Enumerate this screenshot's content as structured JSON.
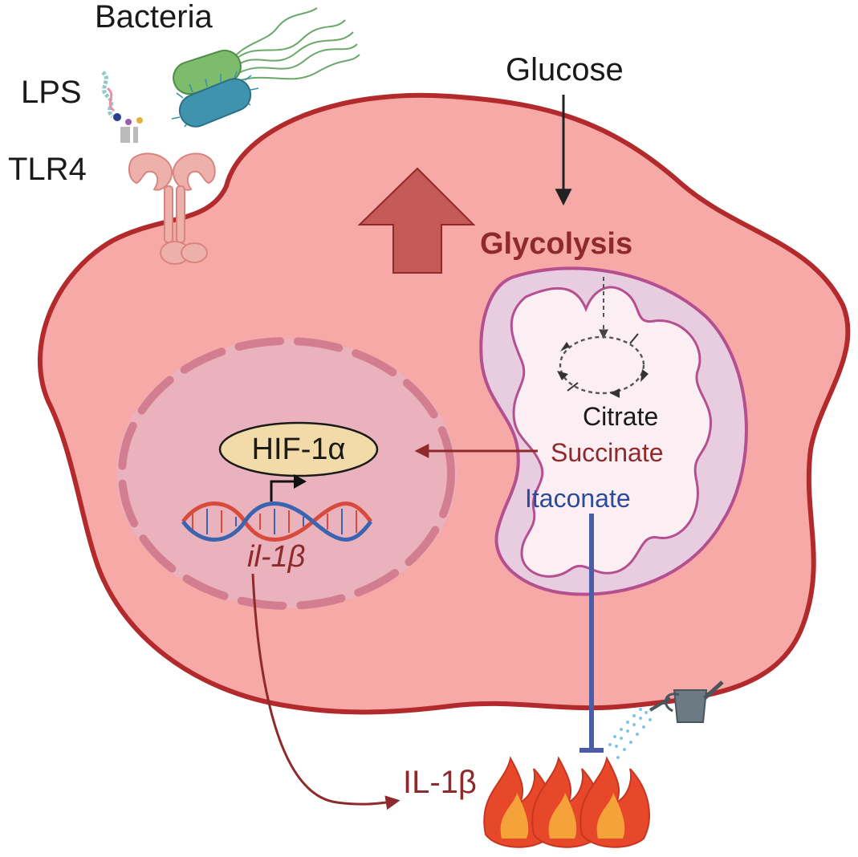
{
  "labels": {
    "bacteria": "Bacteria",
    "lps": "LPS",
    "tlr4": "TLR4",
    "glucose": "Glucose",
    "glycolysis": "Glycolysis",
    "hif": "HIF-1α",
    "citrate": "Citrate",
    "succinate": "Succinate",
    "itaconate": "Itaconate",
    "il1b_gene": "il-1β",
    "il1b_protein": "IL-1β"
  },
  "colors": {
    "cell_fill": "#f6a9a6",
    "cell_stroke": "#b32a2d",
    "glycolysis_text": "#8e2a2b",
    "up_arrow": "#c65a57",
    "nucleus_fill": "#e9b2bd",
    "nucleus_dash": "#d37d91",
    "mito_outer": "#e8cde1",
    "mito_stroke": "#b4508f",
    "mito_inner": "#fbeff4",
    "hif_fill": "#f2dba8",
    "succinate_text": "#8e2a2b",
    "itaconate_text": "#2b4c9a",
    "dna_red": "#d84a3c",
    "dna_blue": "#3a64b0",
    "il1b_text": "#8e2a2b",
    "flame_outer": "#e8482a",
    "flame_inner": "#f5a23a"
  }
}
